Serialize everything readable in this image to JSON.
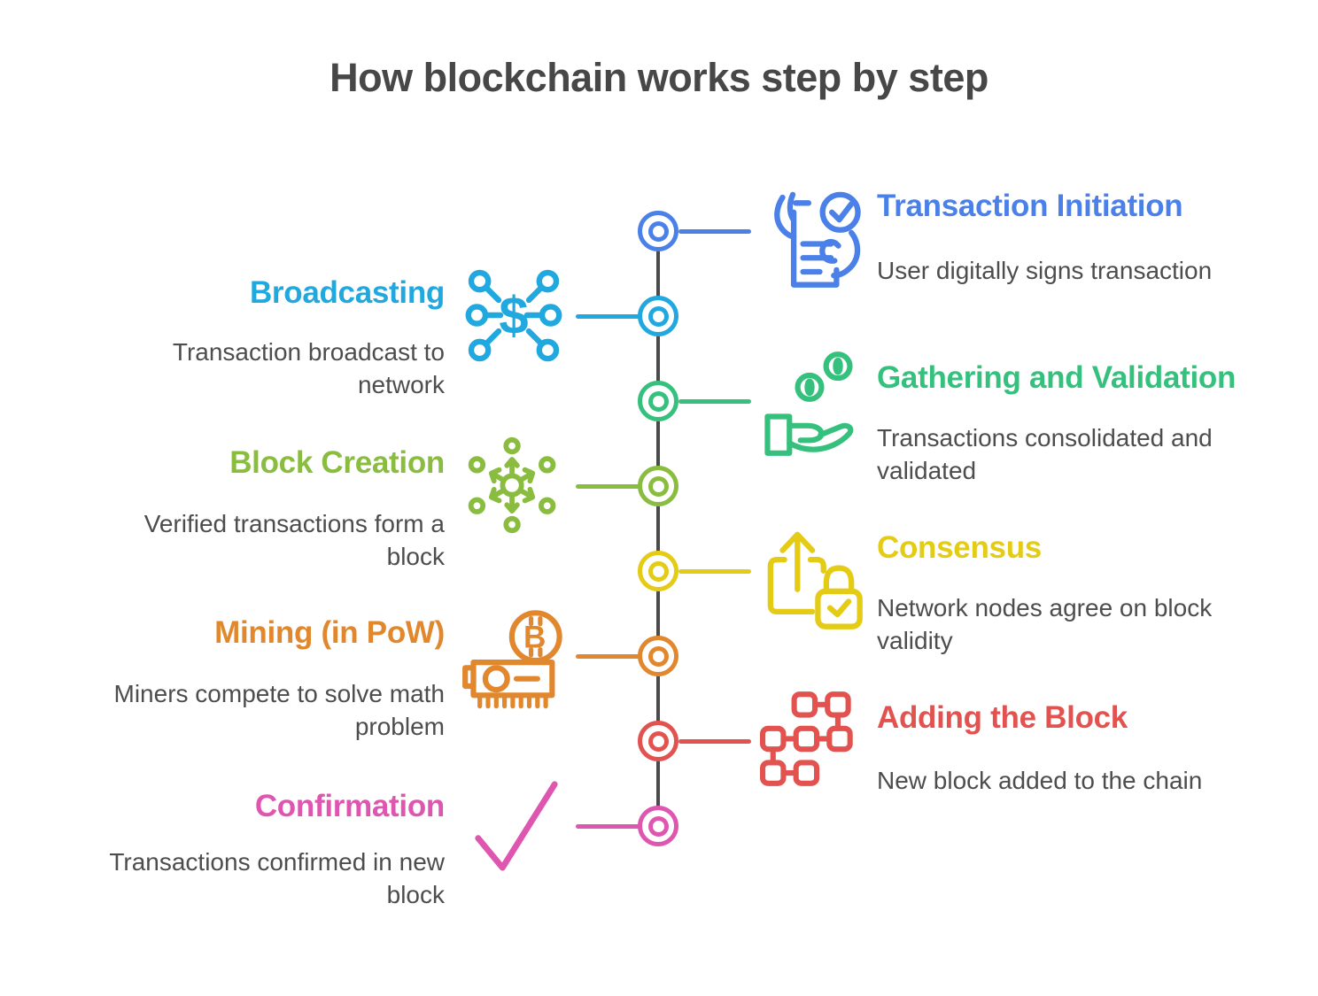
{
  "title": "How blockchain works step by step",
  "colors": {
    "title_text": "#474747",
    "description_text": "#4d4d4d",
    "spine": "#4b4b4b"
  },
  "steps": [
    {
      "id": "transaction-initiation",
      "title": "Transaction Initiation",
      "description": "User digitally signs transaction",
      "color": "#4a80e8",
      "side": "right",
      "icon": "hands-document-check-icon"
    },
    {
      "id": "broadcasting",
      "title": "Broadcasting",
      "description": "Transaction broadcast to\nnetwork",
      "color": "#20a8df",
      "side": "left",
      "icon": "dollar-network-icon"
    },
    {
      "id": "gathering-validation",
      "title": "Gathering and Validation",
      "description": "Transactions consolidated and\nvalidated",
      "color": "#35c17d",
      "side": "right",
      "icon": "hand-coins-icon"
    },
    {
      "id": "block-creation",
      "title": "Block Creation",
      "description": "Verified transactions form a\nblock",
      "color": "#8abd3f",
      "side": "left",
      "icon": "hub-distribution-icon"
    },
    {
      "id": "consensus",
      "title": "Consensus",
      "description": "Network nodes agree on block\nvalidity",
      "color": "#e3cb16",
      "side": "right",
      "icon": "upload-lock-icon"
    },
    {
      "id": "mining-pow",
      "title": "Mining (in PoW)",
      "description": "Miners compete to solve math\nproblem",
      "color": "#e1882e",
      "side": "left",
      "icon": "gpu-bitcoin-icon"
    },
    {
      "id": "adding-block",
      "title": "Adding the Block",
      "description": "New block added to the chain",
      "color": "#e25350",
      "side": "right",
      "icon": "linked-blocks-icon"
    },
    {
      "id": "confirmation",
      "title": "Confirmation",
      "description": "Transactions confirmed in new\nblock",
      "color": "#df56b0",
      "side": "left",
      "icon": "checkmark-icon"
    }
  ]
}
